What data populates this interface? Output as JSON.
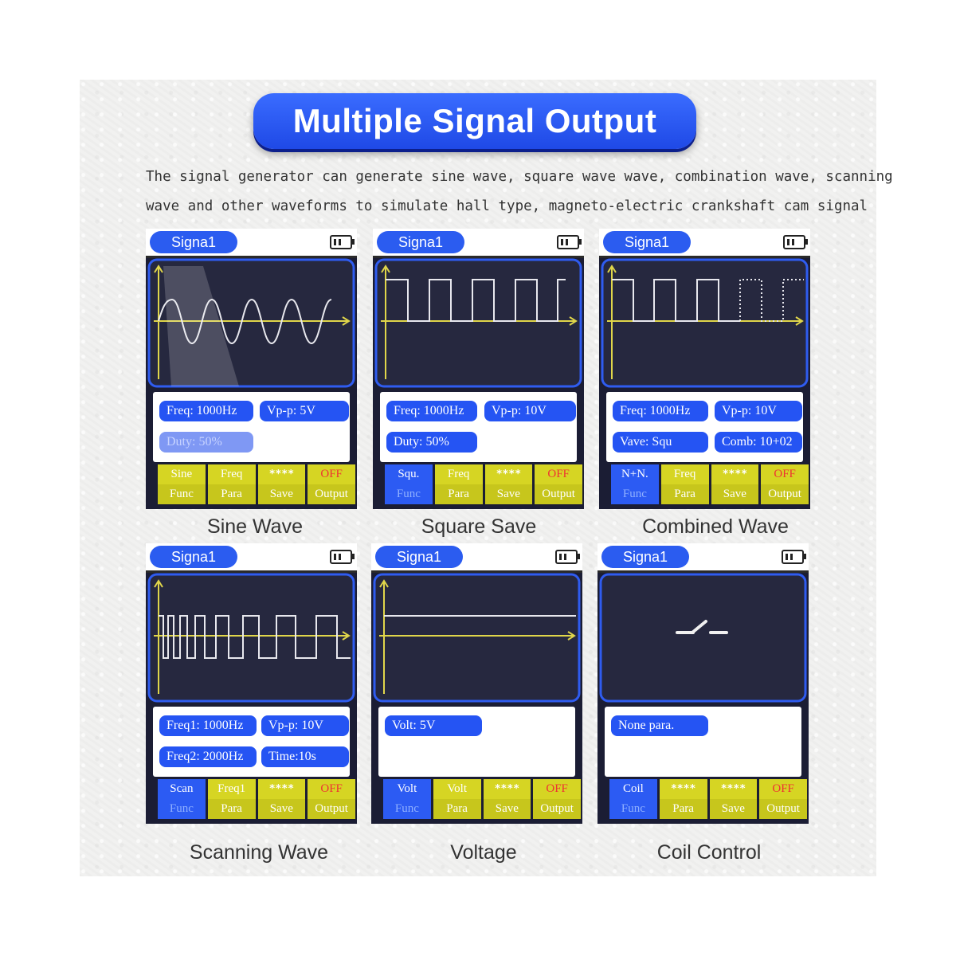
{
  "header": {
    "title": "Multiple Signal Output"
  },
  "description": {
    "line1": "The signal generator can generate sine wave, square wave wave, combination wave, scanning",
    "line2": "wave and other waveforms to simulate hall type, magneto-electric crankshaft cam signal"
  },
  "screens": [
    {
      "title": "Signa1",
      "caption": "Sine Wave",
      "params": [
        "Freq: 1000Hz",
        "Vp-p: 5V",
        "Duty: 50%"
      ],
      "buttons": [
        {
          "top": "Sine",
          "bottom": "Func"
        },
        {
          "top": "Freq",
          "bottom": "Para"
        },
        {
          "top": "****",
          "bottom": "Save"
        },
        {
          "top": "OFF",
          "bottom": "Output"
        }
      ]
    },
    {
      "title": "Signa1",
      "caption": "Square Save",
      "params": [
        "Freq: 1000Hz",
        "Vp-p: 10V",
        "Duty: 50%"
      ],
      "buttons": [
        {
          "top": "Squ.",
          "bottom": "Func"
        },
        {
          "top": "Freq",
          "bottom": "Para"
        },
        {
          "top": "****",
          "bottom": "Save"
        },
        {
          "top": "OFF",
          "bottom": "Output"
        }
      ]
    },
    {
      "title": "Signa1",
      "caption": "Combined Wave",
      "params": [
        "Freq: 1000Hz",
        "Vp-p: 10V",
        "Vave: Squ",
        "Comb: 10+02"
      ],
      "buttons": [
        {
          "top": "N+N.",
          "bottom": "Func"
        },
        {
          "top": "Freq",
          "bottom": "Para"
        },
        {
          "top": "****",
          "bottom": "Save"
        },
        {
          "top": "OFF",
          "bottom": "Output"
        }
      ]
    },
    {
      "title": "Signa1",
      "caption": "Scanning Wave",
      "params": [
        "Freq1: 1000Hz",
        "Vp-p: 10V",
        "Freq2: 2000Hz",
        "Time:10s"
      ],
      "buttons": [
        {
          "top": "Scan",
          "bottom": "Func"
        },
        {
          "top": "Freq1",
          "bottom": "Para"
        },
        {
          "top": "****",
          "bottom": "Save"
        },
        {
          "top": "OFF",
          "bottom": "Output"
        }
      ]
    },
    {
      "title": "Signa1",
      "caption": "Voltage",
      "params": [
        "Volt:  5V"
      ],
      "buttons": [
        {
          "top": "Volt",
          "bottom": "Func"
        },
        {
          "top": "Volt",
          "bottom": "Para"
        },
        {
          "top": "****",
          "bottom": "Save"
        },
        {
          "top": "OFF",
          "bottom": "Output"
        }
      ]
    },
    {
      "title": "Signa1",
      "caption": "Coil Control",
      "params": [
        "None para."
      ],
      "buttons": [
        {
          "top": "Coil",
          "bottom": "Func"
        },
        {
          "top": "****",
          "bottom": "Para"
        },
        {
          "top": "****",
          "bottom": "Save"
        },
        {
          "top": "OFF",
          "bottom": "Output"
        }
      ]
    }
  ],
  "colors": {
    "accent": "#2554f3",
    "screen_bg": "#1b1d34",
    "axis": "#e0d64a",
    "softkey": "#d6d523",
    "off": "#e33333"
  }
}
